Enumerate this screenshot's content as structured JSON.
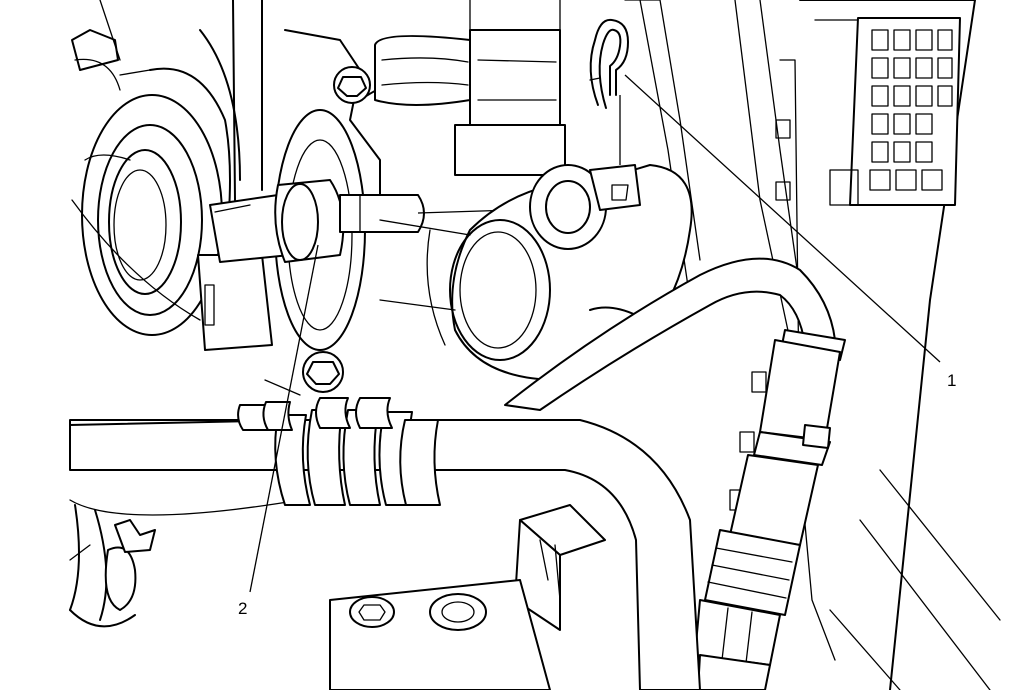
{
  "diagram": {
    "callouts": [
      {
        "id": "1",
        "label": "1"
      },
      {
        "id": "2",
        "label": "2"
      }
    ]
  },
  "colors": {
    "line": "#000000",
    "background": "#ffffff"
  }
}
